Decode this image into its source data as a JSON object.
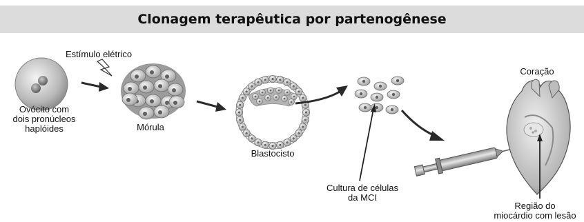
{
  "title": "Clonagem terapêutica por partenogênese",
  "labels": {
    "estimulo": "Estímulo elétrico",
    "ovocito": [
      "Ovócito com",
      "dois pronúcleos",
      "haplóides"
    ],
    "morula": "Mórula",
    "blastocisto": "Blastocisto",
    "cultura": [
      "Cultura de células",
      "da MCI"
    ],
    "coracao": "Coração",
    "regiao": [
      "Região do",
      "miocárdio com lesão"
    ]
  },
  "icons": [
    "lightning-icon"
  ]
}
